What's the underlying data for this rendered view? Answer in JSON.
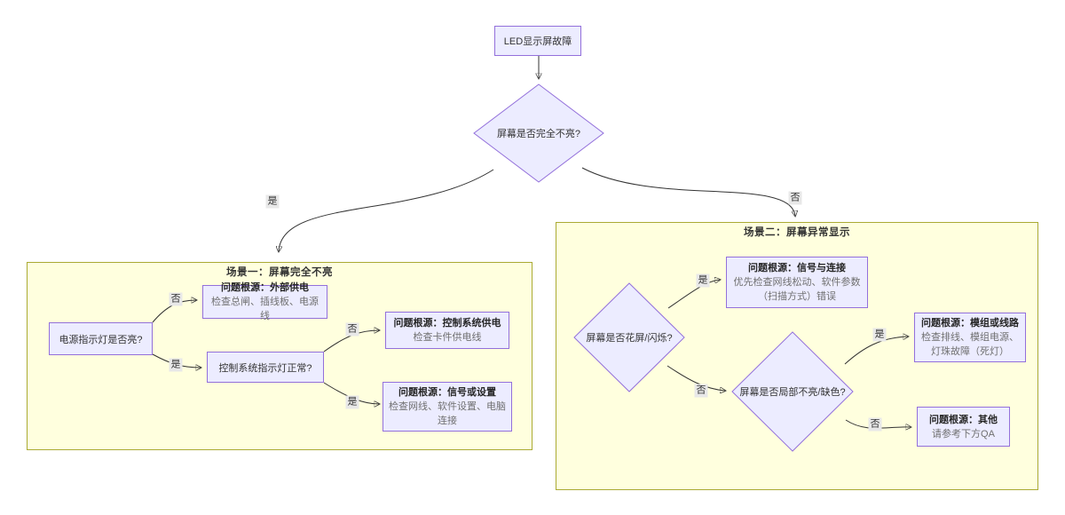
{
  "colors": {
    "node_fill": "#ECECFF",
    "node_border": "#9370DB",
    "group_fill": "#FFFFDE",
    "group_border": "#AAAA33",
    "edge": "#333333",
    "desc_text": "#707070"
  },
  "root_node": {
    "label": "LED显示屏故障"
  },
  "main_decision": {
    "label": "屏幕是否完全不亮?"
  },
  "edges": {
    "main_yes": "是",
    "main_no": "否",
    "s1_no1": "否",
    "s1_yes1": "是",
    "s1_no2": "否",
    "s1_yes2": "是",
    "s2_yes1": "是",
    "s2_no1": "否",
    "s2_yes2": "是",
    "s2_no2": "否"
  },
  "scenario1": {
    "title": "场景一：屏幕完全不亮",
    "power_light": {
      "label": "电源指示灯是否亮?"
    },
    "external_power": {
      "title": "问题根源：外部供电",
      "desc": "检查总闸、插线板、电源线"
    },
    "ctrl_light": {
      "label": "控制系统指示灯正常?"
    },
    "ctrl_power": {
      "title": "问题根源：控制系统供电",
      "desc": "检查卡件供电线"
    },
    "signal_setting": {
      "title": "问题根源：信号或设置",
      "desc": "检查网线、软件设置、电脑连接"
    }
  },
  "scenario2": {
    "title": "场景二：屏幕异常显示",
    "flicker": {
      "label": "屏幕是否花屏/闪烁?"
    },
    "signal_conn": {
      "title": "问题根源：信号与连接",
      "desc": "优先检查网线松动、软件参数（扫描方式）错误"
    },
    "partial": {
      "label": "屏幕是否局部不亮/缺色?"
    },
    "module": {
      "title": "问题根源：模组或线路",
      "desc": "检查排线、模组电源、灯珠故障（死灯）"
    },
    "other": {
      "title": "问题根源：其他",
      "desc": "请参考下方QA"
    }
  }
}
